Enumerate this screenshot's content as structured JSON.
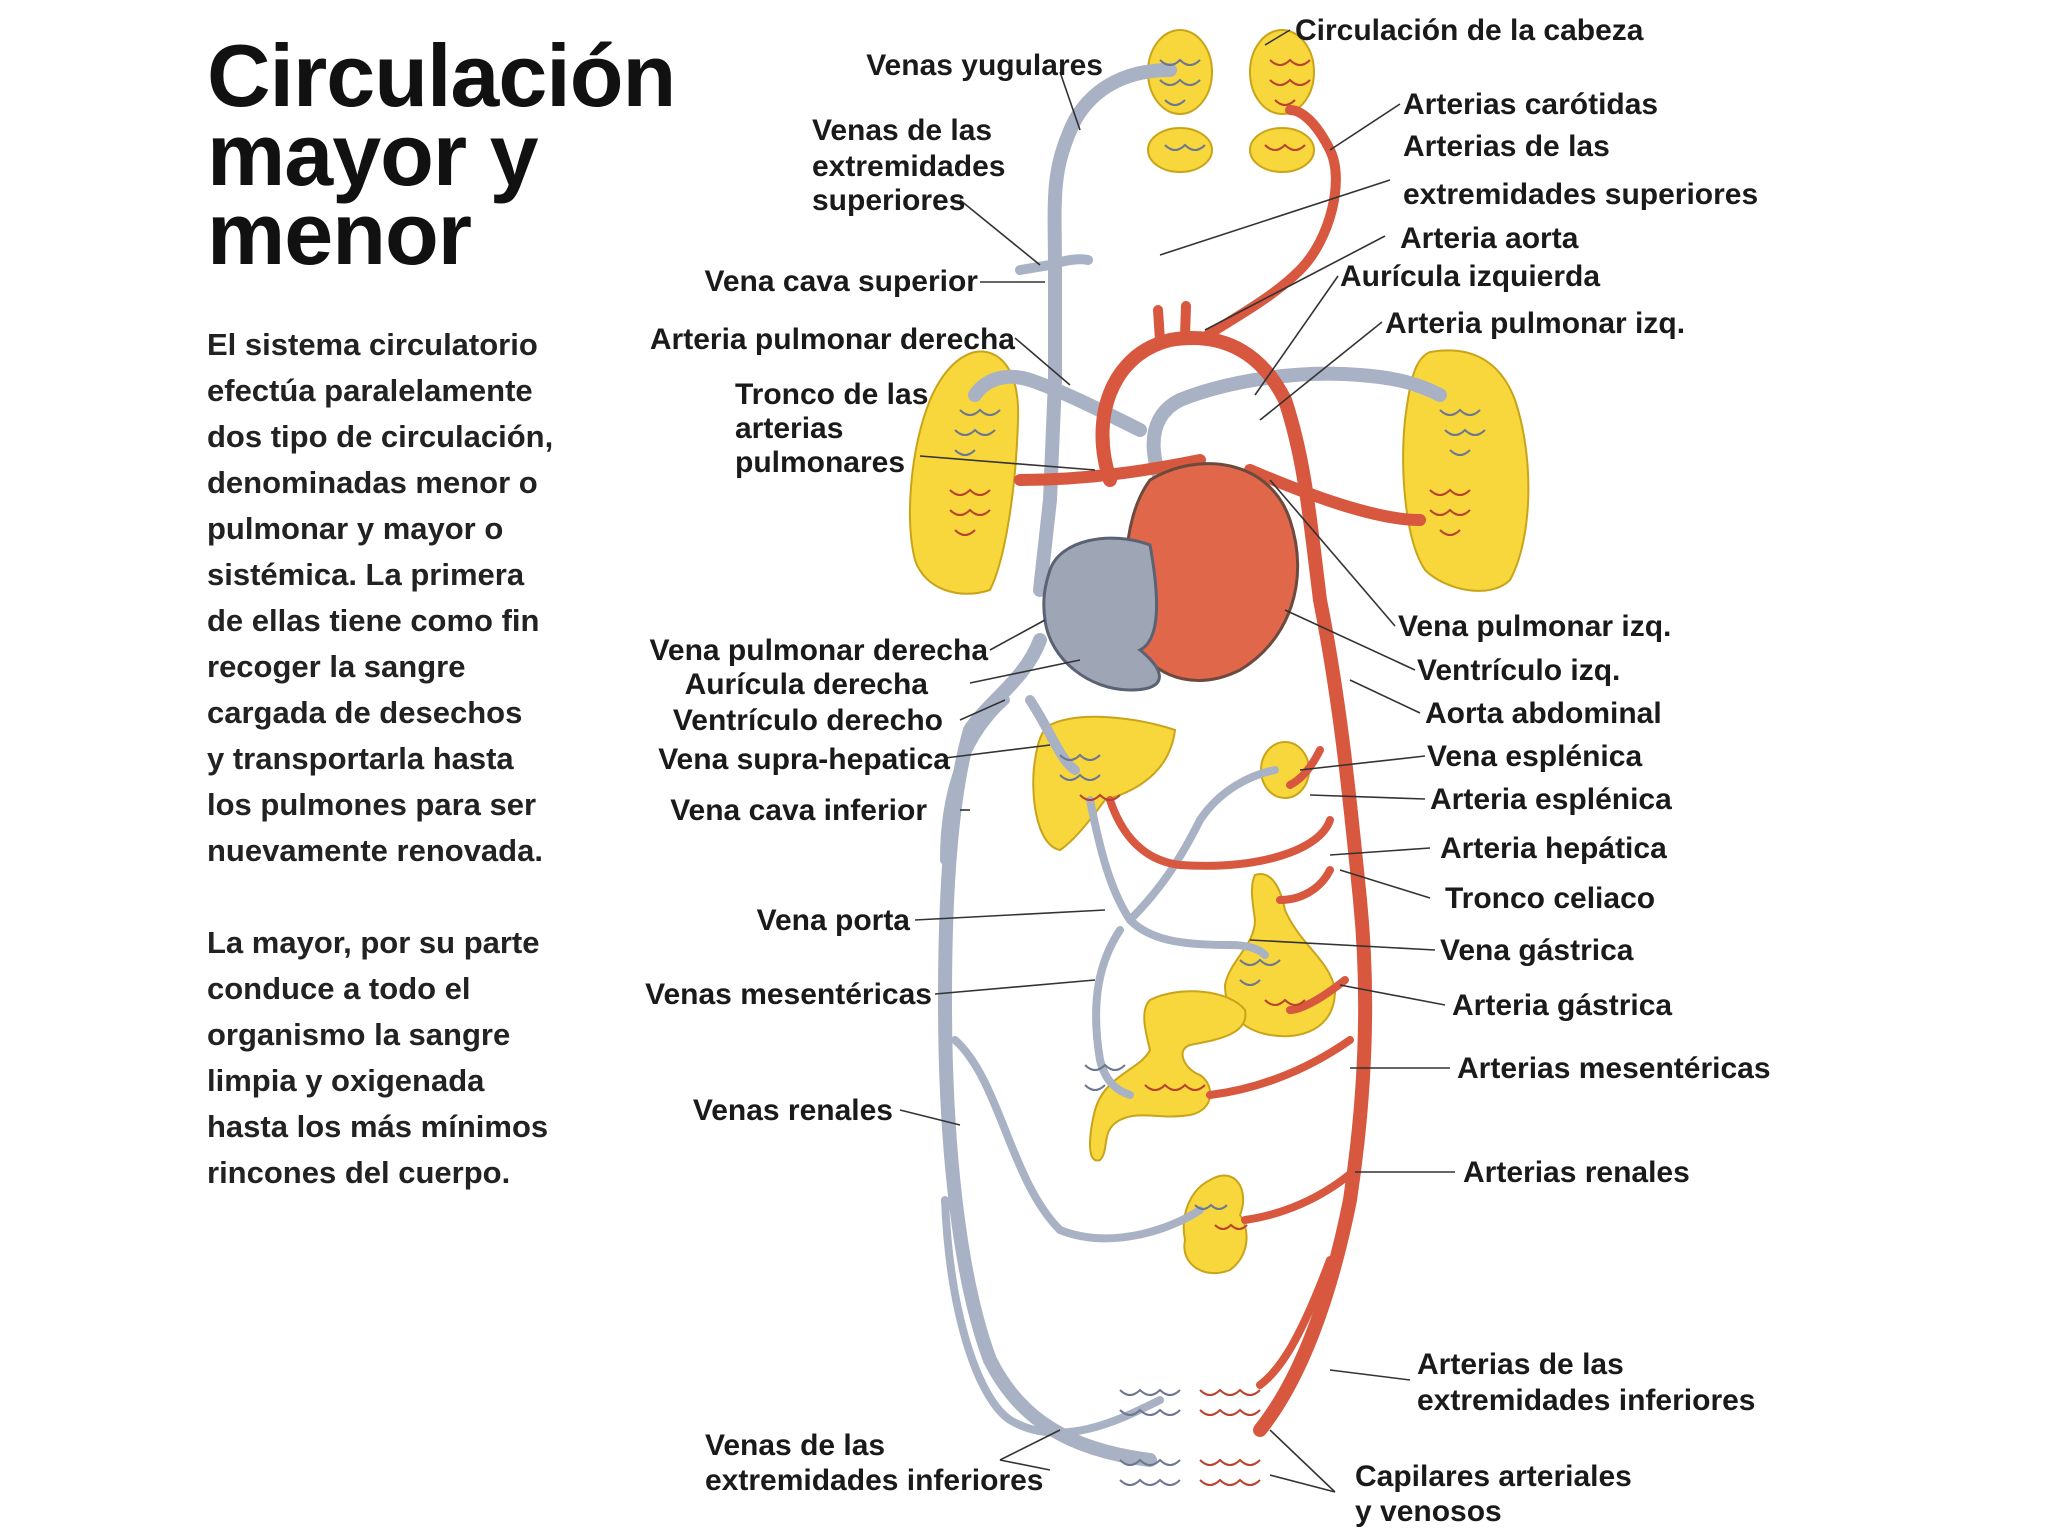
{
  "title": {
    "line1": "Circulación",
    "line2": "mayor y",
    "line3": "menor"
  },
  "body": {
    "para1": [
      "El sistema circulatorio",
      "efectúa paralelamente",
      "dos tipo de circulación,",
      "denominadas menor o",
      "pulmonar y mayor o",
      "sistémica. La primera",
      "de ellas tiene como fin",
      "recoger la sangre",
      "cargada de desechos",
      "y transportarla hasta",
      "los pulmones para ser",
      "nuevamente renovada."
    ],
    "para2": [
      "La mayor, por su parte",
      "conduce a todo el",
      "organismo la sangre",
      "limpia y oxigenada",
      "hasta los más mínimos",
      "rincones del cuerpo."
    ]
  },
  "labels": {
    "circulacion_cabeza": "Circulación de la cabeza",
    "venas_yugulares": "Venas yugulares",
    "venas_ext_sup": [
      "Venas de las",
      "extremidades",
      "superiores"
    ],
    "arterias_carotidas": "Arterias carótidas",
    "arterias_ext_sup": [
      "Arterias de las",
      "extremidades superiores"
    ],
    "arteria_aorta": "Arteria aorta",
    "vena_cava_superior": "Vena cava superior",
    "auricula_izquierda": "Aurícula izquierda",
    "arteria_pulmonar_derecha": "Arteria pulmonar derecha",
    "arteria_pulmonar_izq": "Arteria pulmonar izq.",
    "tronco_arterias_pulmonares": [
      "Tronco de las",
      "arterias",
      "pulmonares"
    ],
    "vena_pulmonar_izq": "Vena pulmonar izq.",
    "vena_pulmonar_derecha": "Vena pulmonar derecha",
    "ventriculo_izq": "Ventrículo izq.",
    "auricula_derecha": "Aurícula derecha",
    "aorta_abdominal": "Aorta abdominal",
    "ventriculo_derecho": "Ventrículo derecho",
    "vena_esplenica": "Vena esplénica",
    "vena_supra_hepatica": "Vena supra-hepatica",
    "arteria_esplenica": "Arteria esplénica",
    "vena_cava_inferior": "Vena cava inferior",
    "arteria_hepatica": "Arteria hepática",
    "tronco_celiaco": "Tronco celiaco",
    "vena_porta": "Vena porta",
    "vena_gastrica": "Vena gástrica",
    "venas_mesentericas": "Venas mesentéricas",
    "arteria_gastrica": "Arteria gástrica",
    "arterias_mesentericas": "Arterias mesentéricas",
    "venas_renales": "Venas renales",
    "arterias_renales": "Arterias renales",
    "arterias_ext_inf": [
      "Arterias de las",
      "extremidades inferiores"
    ],
    "venas_ext_inf": [
      "Venas de las",
      "extremidades inferiores"
    ],
    "capilares": [
      "Capilares arteriales",
      "y venosos"
    ]
  },
  "colors": {
    "artery": "#d8573f",
    "vein": "#a9b2c4",
    "organ": "#f7d73c",
    "heart_left": "#e0674a",
    "heart_right": "#9ea6b6"
  }
}
